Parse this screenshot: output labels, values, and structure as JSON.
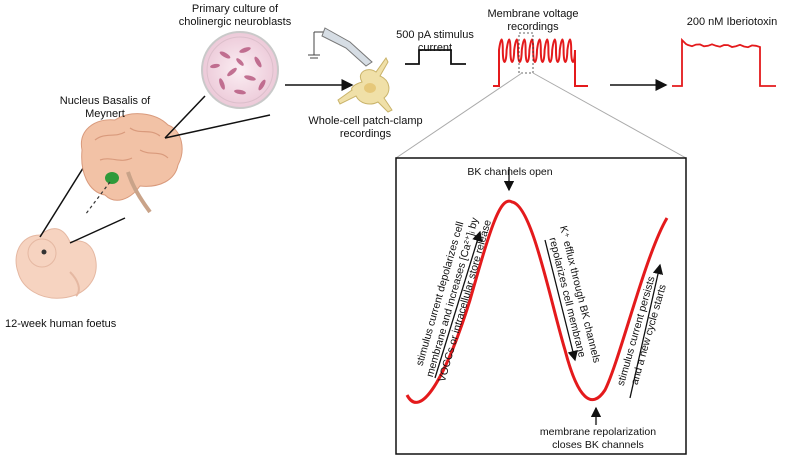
{
  "labels": {
    "foetus": "12-week human foetus",
    "nbm_line1": "Nucleus Basalis of",
    "nbm_line2": "Meynert",
    "culture_line1": "Primary culture of",
    "culture_line2": "cholinergic neuroblasts",
    "patch_line1": "Whole-cell patch-clamp",
    "patch_line2": "recordings",
    "stimulus_line1": "500 pA stimulus",
    "stimulus_line2": "current",
    "membrane_line1": "Membrane voltage",
    "membrane_line2": "recordings",
    "iberiotoxin": "200 nM Iberiotoxin",
    "bk_open": "BK channels open",
    "repol_line1": "membrane repolarization",
    "repol_line2": "closes BK channels",
    "depol_line1": "stimulus current depolarizes cell",
    "depol_line2": "membrane and increases [Ca²⁺]ᵢ by",
    "depol_line3": "VOCCs or intracellular store release",
    "kefflux_line1": "K⁺ efflux through BK channels",
    "kefflux_line2": "repolarizes cell membrane",
    "persist_line1": "stimulus current persists",
    "persist_line2": "and a new cycle starts"
  },
  "colors": {
    "trace": "#e41a1c",
    "brain": "#f2c2a6",
    "nucleus": "#2e9a3a",
    "dish": "#f4dce6",
    "cell": "#f0e0a8"
  }
}
